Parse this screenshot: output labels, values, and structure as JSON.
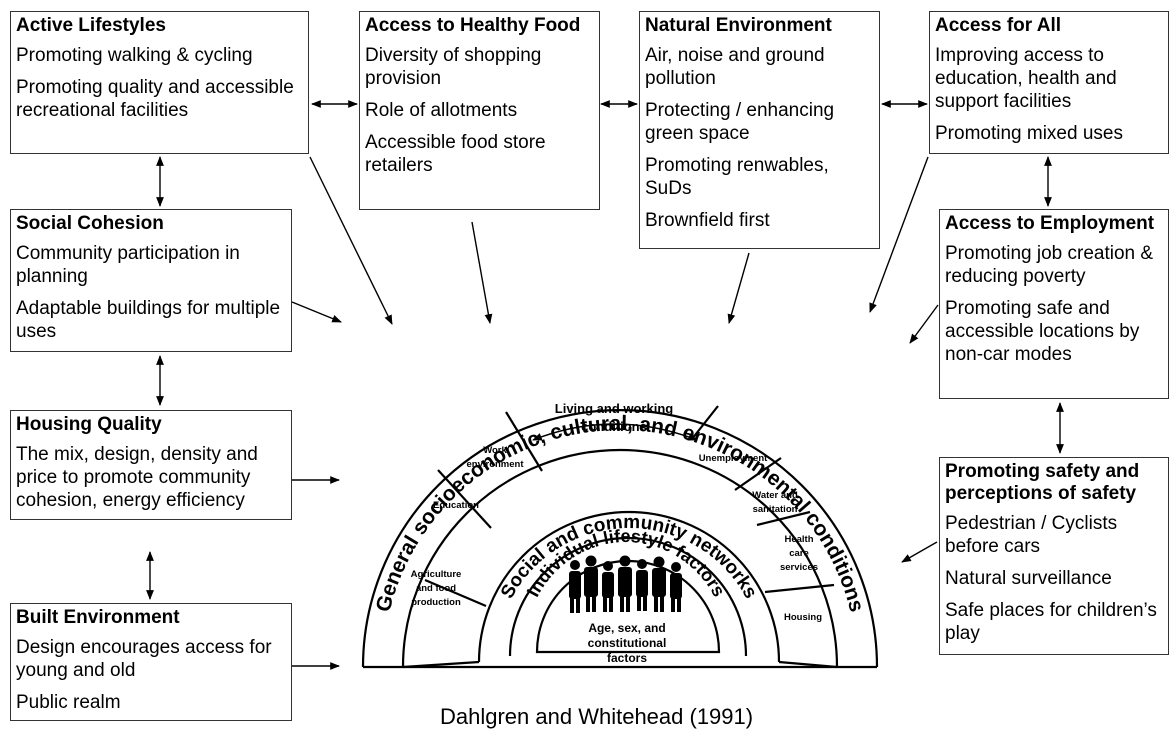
{
  "boxes": {
    "active_lifestyles": {
      "title": "Active Lifestyles",
      "items": [
        "Promoting walking & cycling",
        "Promoting quality and accessible recreational facilities"
      ]
    },
    "healthy_food": {
      "title": "Access to Healthy Food",
      "items": [
        "Diversity of shopping provision",
        "Role of allotments",
        "Accessible food store retailers"
      ]
    },
    "natural_environment": {
      "title": "Natural Environment",
      "items": [
        "Air, noise and ground pollution",
        "Protecting / enhancing green space",
        "Promoting renwables, SuDs",
        "Brownfield first"
      ]
    },
    "access_for_all": {
      "title": "Access for All",
      "items": [
        "Improving access to education, health and support facilities",
        "Promoting mixed uses"
      ]
    },
    "social_cohesion": {
      "title": "Social Cohesion",
      "items": [
        "Community participation in planning",
        "Adaptable buildings for multiple uses"
      ]
    },
    "access_employment": {
      "title": "Access to Employment",
      "items": [
        "Promoting job creation & reducing poverty",
        "Promoting safe and accessible locations by non-car modes"
      ]
    },
    "housing_quality": {
      "title": "Housing Quality",
      "items": [
        "The mix, design, density and price to promote community cohesion, energy efficiency"
      ]
    },
    "safety": {
      "title": "Promoting safety and perceptions of safety",
      "items": [
        "Pedestrian / Cyclists before cars",
        "Natural surveillance",
        "Safe places for children’s play"
      ]
    },
    "built_environment": {
      "title": "Built Environment",
      "items": [
        "Design encourages access for young and old",
        "Public realm"
      ]
    }
  },
  "rainbow": {
    "outer_band": "General socioeconomic, cultural, and environmental conditions",
    "middle_band": "Social and community networks",
    "inner_band": "Individual lifestyle factors",
    "core": [
      "Age, sex, and",
      "constitutional",
      "factors"
    ],
    "living_working": [
      "Living and working",
      "conditions"
    ],
    "segments": {
      "agriculture": [
        "Agriculture",
        "and food",
        "production"
      ],
      "education": [
        "Education"
      ],
      "work_environment": [
        "Work",
        "environment"
      ],
      "unemployment": [
        "Unemployment"
      ],
      "water": [
        "Water and",
        "sanitation"
      ],
      "health": [
        "Health",
        "care",
        "services"
      ],
      "housing": [
        "Housing"
      ]
    }
  },
  "caption": "Dahlgren and Whitehead (1991)"
}
